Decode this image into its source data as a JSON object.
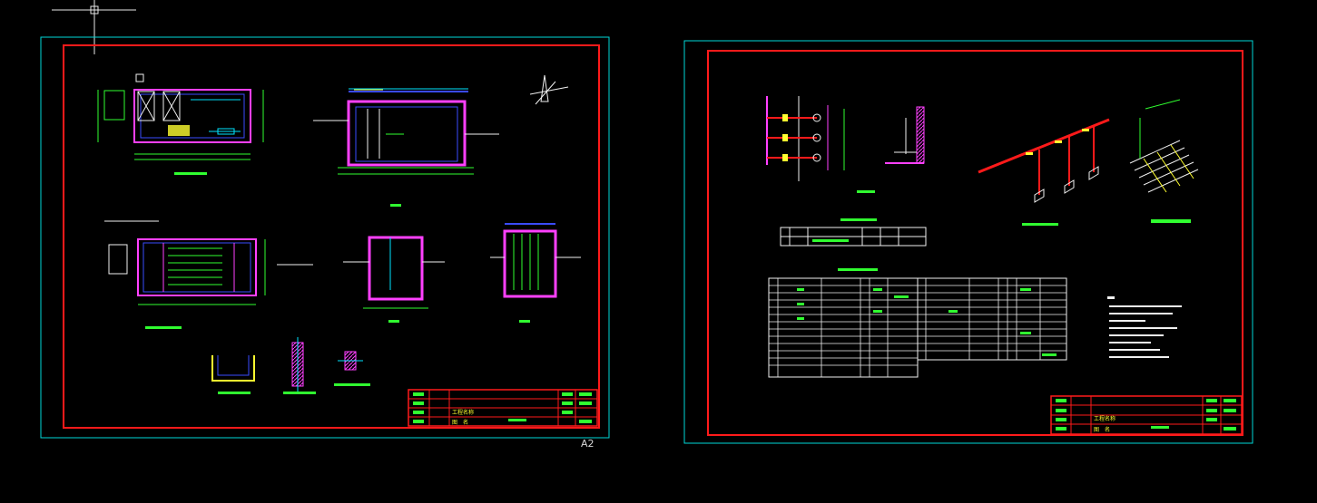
{
  "app": {
    "viewport_bg": "#000000",
    "sheet_size_label": "A2"
  },
  "colors": {
    "sheet_border": "#00d8d8",
    "frame": "#ff1a1a",
    "cyan": "#00e5ff",
    "magenta": "#ff40ff",
    "green": "#30ff30",
    "yellow": "#ffff30",
    "white": "#f0f0f0",
    "blue": "#3a4bff"
  },
  "sheets": [
    {
      "id": "sheet-left",
      "title_block": {
        "project_label": "工程名称",
        "name_label": "图　名"
      }
    },
    {
      "id": "sheet-right",
      "title_block": {
        "project_label": "工程名称",
        "name_label": "图　名"
      }
    }
  ],
  "icons": {
    "crosshair": "cursor-crosshair-icon",
    "north_arrow": "north-arrow-icon"
  }
}
